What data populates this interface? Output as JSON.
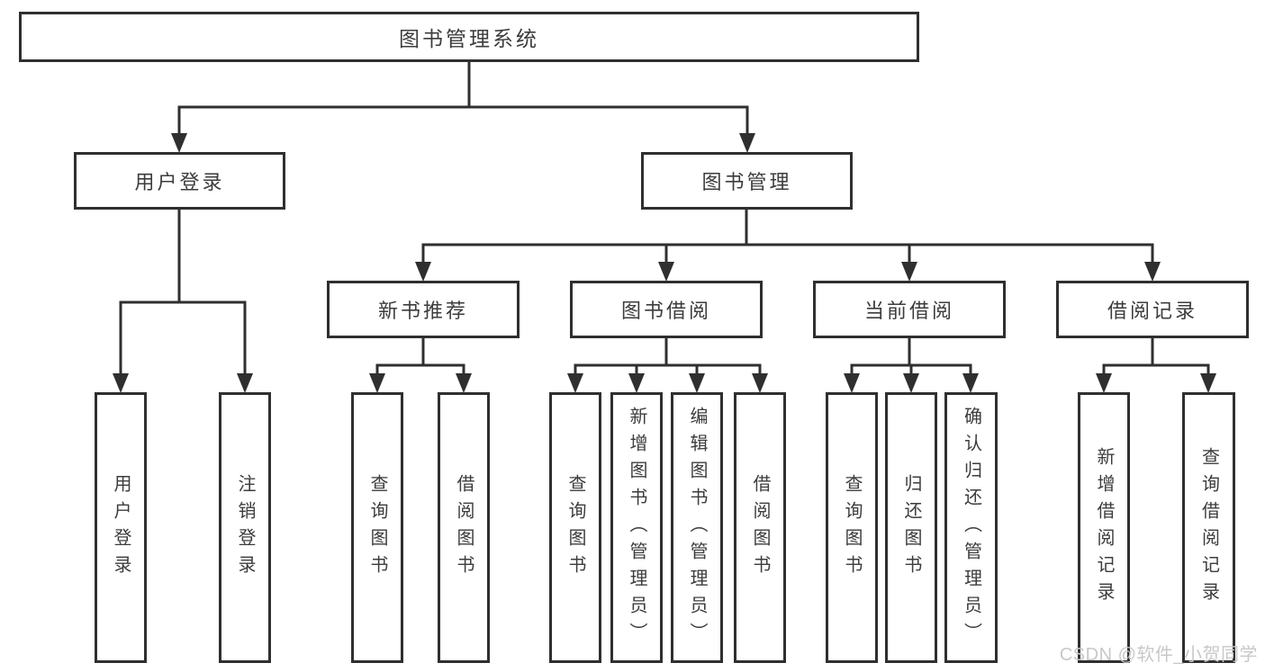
{
  "diagram": {
    "root": {
      "label": "图书管理系统"
    },
    "branches": [
      {
        "label": "用户登录",
        "leaves": [
          {
            "label": "用户登录"
          },
          {
            "label": "注销登录"
          }
        ]
      },
      {
        "label": "图书管理",
        "groups": [
          {
            "label": "新书推荐",
            "leaves": [
              {
                "label": "查询图书"
              },
              {
                "label": "借阅图书"
              }
            ]
          },
          {
            "label": "图书借阅",
            "leaves": [
              {
                "label": "查询图书"
              },
              {
                "label": "新增图书（管理员）"
              },
              {
                "label": "编辑图书（管理员）"
              },
              {
                "label": "借阅图书"
              }
            ]
          },
          {
            "label": "当前借阅",
            "leaves": [
              {
                "label": "查询图书"
              },
              {
                "label": "归还图书"
              },
              {
                "label": "确认归还（管理员）"
              }
            ]
          },
          {
            "label": "借阅记录",
            "leaves": [
              {
                "label": "新增借阅记录"
              },
              {
                "label": "查询借阅记录"
              }
            ]
          }
        ]
      }
    ]
  },
  "watermark": {
    "text": "CSDN @软件_小贺同学"
  },
  "colors": {
    "line": "#2f2f2f",
    "text": "#3c3c3c",
    "watermark": "#c8c8c8",
    "background": "#ffffff"
  }
}
